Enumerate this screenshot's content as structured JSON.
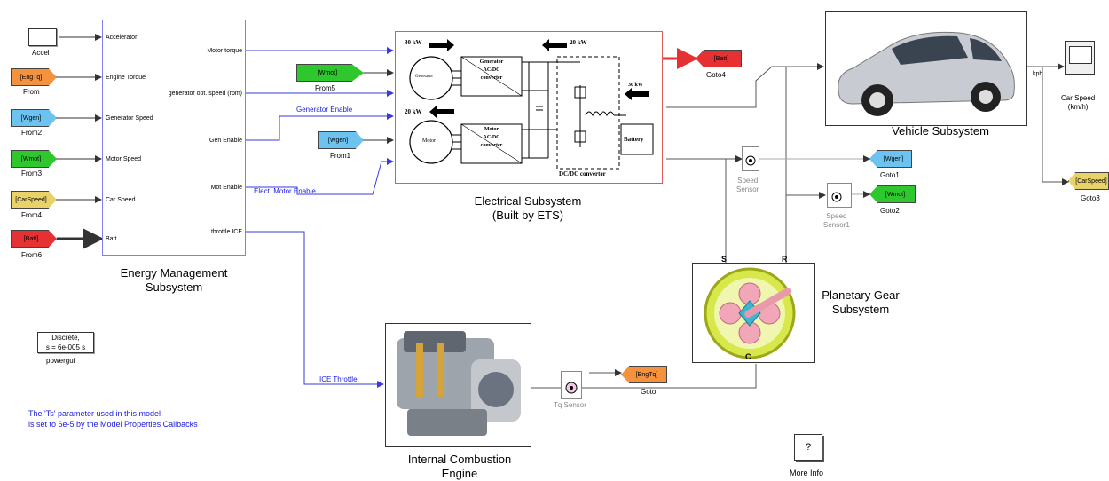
{
  "colors": {
    "bus_blue": "#3a3adf",
    "wire_gray": "#555555",
    "from_orange": "#f5923e",
    "from_blue": "#6cc3f0",
    "from_green": "#2ec72e",
    "from_yellow": "#e9d26a",
    "from_red": "#e53131",
    "elec_border": "#e05a5a",
    "ems_border": "#7f7ff5"
  },
  "inputs": {
    "accel": {
      "label": "Accel"
    },
    "engtq": {
      "text": "[EngTq]",
      "label": "From"
    },
    "wgen": {
      "text": "[Wgen]",
      "label": "From2"
    },
    "wmot": {
      "text": "[Wmot]",
      "label": "From3"
    },
    "carspeed": {
      "text": "[CarSpeed]",
      "label": "From4"
    },
    "batt": {
      "text": "[Batt]",
      "label": "From6"
    }
  },
  "ems": {
    "title_line1": "Energy Management",
    "title_line2": "Subsystem",
    "in_ports": [
      "Accelerator",
      "Engine Torque",
      "Generator Speed",
      "Motor Speed",
      "Car Speed",
      "Batt"
    ],
    "out_ports": [
      "Motor torque",
      "generator opt. speed (rpm)",
      "Gen Enable",
      "Mot Enable",
      "throttle ICE"
    ]
  },
  "signals": {
    "gen_enable": "Generator Enable",
    "motor_enable": "Elect. Motor Enable",
    "ice_throttle": "ICE Throttle"
  },
  "mid_from": {
    "wmot": {
      "text": "[Wmot]",
      "label": "From5"
    },
    "wgen": {
      "text": "[Wgen]",
      "label": "From1"
    }
  },
  "electrical": {
    "title_line1": "Electrical Subsystem",
    "title_line2": "(Built by ETS)",
    "p30kw_left": "30 kW",
    "p30kw_right": "30 kW",
    "p20kw_mid": "20 kW",
    "p20kw_right": "20 kW",
    "generator": "Generator",
    "gen_conv": [
      "Generator",
      "AC/DC",
      "converter"
    ],
    "motor": "Motor",
    "mot_conv": [
      "Motor",
      "AC/DC",
      "converter"
    ],
    "dcdc": "DC/DC converter",
    "battery": "Battery"
  },
  "goto4": {
    "text": "[Batt]",
    "label": "Goto4"
  },
  "vehicle": {
    "title": "Vehicle Subsystem",
    "port_label": "kph"
  },
  "scope": {
    "label_line1": "Car Speed",
    "label_line2": "(km/h)"
  },
  "goto3": {
    "text": "[CarSpeed]",
    "label": "Goto3"
  },
  "speed_sensor": {
    "label_line1": "Speed",
    "label_line2": "Sensor"
  },
  "speed_sensor1": {
    "label_line1": "Speed",
    "label_line2": "Sensor1"
  },
  "goto1": {
    "text": "[Wgen]",
    "label": "Goto1"
  },
  "goto2": {
    "text": "[Wmot]",
    "label": "Goto2"
  },
  "planetary": {
    "title_line1": "Planetary Gear",
    "title_line2": "Subsystem",
    "port_s": "S",
    "port_r": "R",
    "port_c": "C"
  },
  "powergui": {
    "line1": "Discrete,",
    "line2": "s = 6e-005 s",
    "label": "powergui"
  },
  "note": {
    "line1": "The 'Ts' parameter used in this model",
    "line2": "is set to 6e-5  by the Model Properties Callbacks"
  },
  "ice": {
    "title_line1": "Internal Combustion",
    "title_line2": "Engine"
  },
  "tq_sensor": {
    "label": "Tq Sensor"
  },
  "goto_engtq": {
    "text": "[EngTq]",
    "label": "Goto"
  },
  "more_info": {
    "glyph": "?",
    "label": "More Info"
  }
}
